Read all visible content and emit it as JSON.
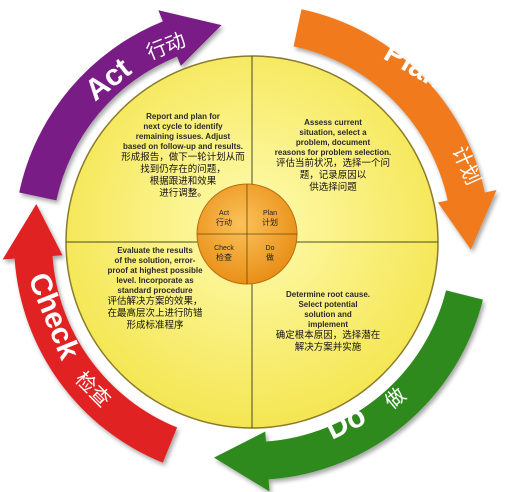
{
  "colors": {
    "act": "#7a1f86",
    "plan": "#f07a1e",
    "do": "#2f8a1e",
    "check": "#e02020",
    "circle_fill": "#fbf27a",
    "center_fill": "#f5a623"
  },
  "arrows": {
    "act": {
      "en": "Act",
      "cn": "行动"
    },
    "plan": {
      "en": "Plan",
      "cn": "计划"
    },
    "do": {
      "en": "Do",
      "cn": "做"
    },
    "check": {
      "en": "Check",
      "cn": "检查"
    }
  },
  "center": {
    "act": {
      "en": "Act",
      "cn": "行动"
    },
    "plan": {
      "en": "Plan",
      "cn": "计划"
    },
    "check": {
      "en": "Check",
      "cn": "检查"
    },
    "do": {
      "en": "Do",
      "cn": "做"
    }
  },
  "quadrants": {
    "act": {
      "en": [
        "Report and plan for",
        "next cycle to identify",
        "remaining issues. Adjust",
        "based on follow-up and results."
      ],
      "cn": [
        "形成报告，做下一轮计划从而",
        "找到仍存在的问题，",
        "根据跟进和效果",
        "进行调整。"
      ]
    },
    "plan": {
      "en": [
        "Assess current",
        "situation, select a",
        "problem, document",
        "reasons for  problem selection."
      ],
      "cn": [
        "评估当前状况，选择一个问",
        "题，记录原因以",
        "供选择问题"
      ]
    },
    "check": {
      "en": [
        "Evaluate the results",
        "of the solution, error-",
        "proof at highest possible",
        "level.  Incorporate as",
        "standard procedure"
      ],
      "cn": [
        "评估解决方案的效果，",
        "在最高层次上进行防错",
        "形成标准程序"
      ]
    },
    "do": {
      "en": [
        "Determine root cause.",
        "Select potential",
        "solution and",
        "implement"
      ],
      "cn": [
        "确定根本原因，选择潜在",
        "解决方案并实施"
      ]
    }
  }
}
